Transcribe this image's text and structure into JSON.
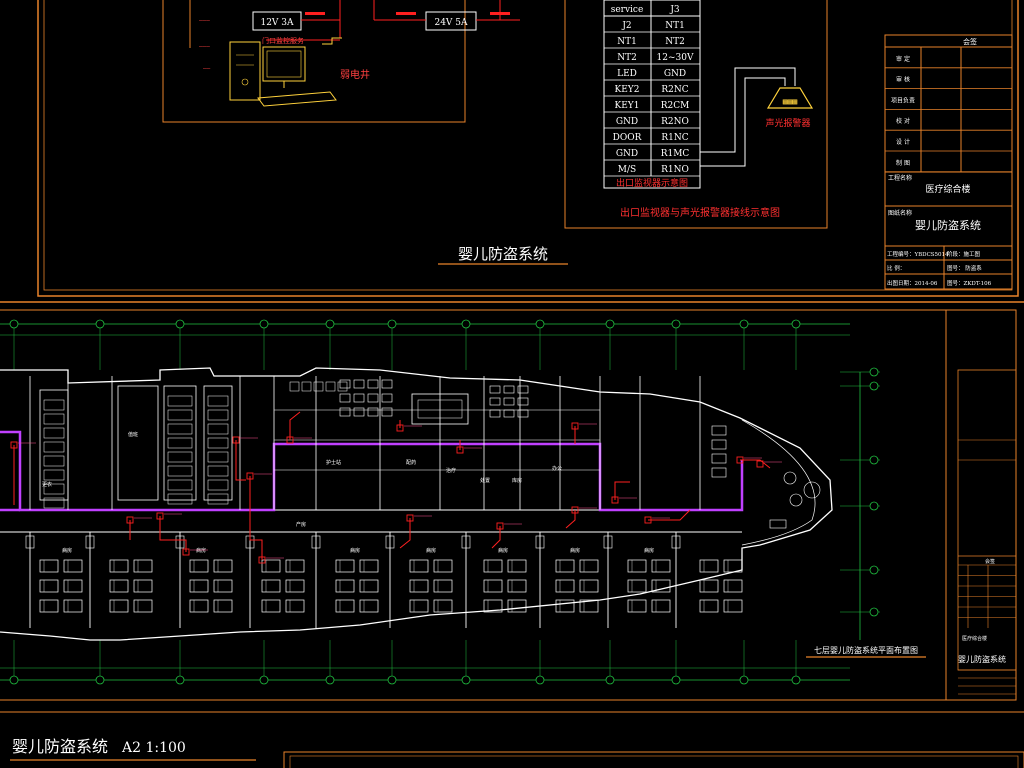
{
  "colors": {
    "frame": "#e8822a",
    "white": "#ffffff",
    "yellow": "#ffd23c",
    "red": "#ff2020",
    "green": "#20c040",
    "magenta": "#c040ff",
    "pink": "#ff5090",
    "grey": "#8a8a8a"
  },
  "top_sheet": {
    "power_boxes": [
      "12V 3A",
      "24V 5A"
    ],
    "pc_label": "门口监控服务",
    "power_label": "弱电井",
    "system_title": "婴儿防盗系统",
    "terminal_header": [
      "service",
      "J3"
    ],
    "terminal_rows": [
      [
        "J2",
        "NT1"
      ],
      [
        "NT1",
        "NT2"
      ],
      [
        "NT2",
        "12~30V"
      ],
      [
        "LED",
        "GND"
      ],
      [
        "KEY2",
        "R2NC"
      ],
      [
        "KEY1",
        "R2CM"
      ],
      [
        "GND",
        "R2NO"
      ],
      [
        "DOOR",
        "R1NC"
      ],
      [
        "GND",
        "R1MC"
      ],
      [
        "M/S",
        "R1NO"
      ]
    ],
    "terminal_caption": "出口监视器示意图",
    "alarm_label": "声光报警器",
    "wiring_caption": "出口监视器与声光报警器接线示意图"
  },
  "title_block_top": {
    "header": "会签",
    "roles": [
      "审 定",
      "审 核",
      "项目负责",
      "校 对",
      "设 计",
      "制 图"
    ],
    "project_label": "工程名称",
    "project_name": "医疗综合楼",
    "drawing_label": "图纸名称",
    "drawing_name": "婴儿防盗系统",
    "row1_left": "工程编号：YBDCS5014",
    "row1_right": "阶段：施工图",
    "row2_left": "比  例：",
    "row2_right": "图号：  防盗系",
    "row3_left": "出图日期：2014-06",
    "row3_right": "图号：ZKDT-106"
  },
  "floor_plan": {
    "rooms_upper": [
      "护士站",
      "配药",
      "治疗",
      "处置",
      "库房",
      "办公",
      "值班",
      "更衣"
    ],
    "rooms_lower": [
      "产房",
      "病房",
      "病房",
      "病房",
      "病房",
      "病房",
      "病房",
      "病房"
    ],
    "plan_caption": "七层婴儿防盗系统平面布置图"
  },
  "title_block_bottom": {
    "header": "会签",
    "project_name": "医疗综合楼",
    "drawing_name": "婴儿防盗系统"
  },
  "footer": {
    "sheet_title": "婴儿防盗系统",
    "scale": "A2  1:100"
  }
}
